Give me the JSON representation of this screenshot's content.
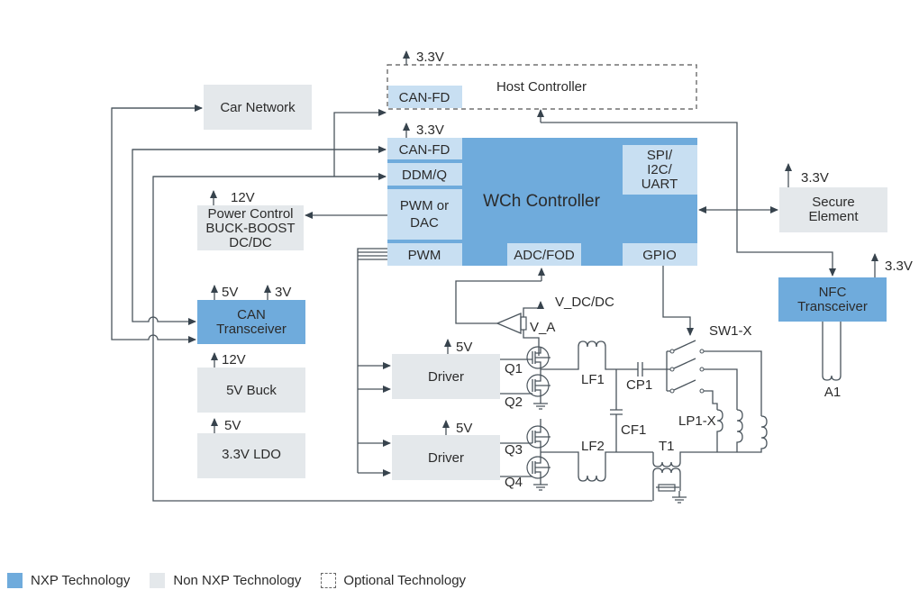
{
  "blocks": {
    "host_controller": "Host Controller",
    "host_canfd": "CAN-FD",
    "host_supply": "3.3V",
    "car_network": "Car Network",
    "wch_controller": "WCh Controller",
    "wch_supply": "3.3V",
    "wch_canfd": "CAN-FD",
    "wch_ddmq": "DDM/Q",
    "wch_pwm_dac_1": "PWM or",
    "wch_pwm_dac_2": "DAC",
    "wch_pwm": "PWM",
    "wch_adc": "ADC/FOD",
    "wch_gpio": "GPIO",
    "wch_spi_1": "SPI/",
    "wch_spi_2": "I2C/",
    "wch_spi_3": "UART",
    "power_1": "Power Control",
    "power_2": "BUCK-BOOST",
    "power_3": "DC/DC",
    "power_supply": "12V",
    "can_1": "CAN",
    "can_2": "Transceiver",
    "can_supply_a": "5V",
    "can_supply_b": "3V",
    "buck": "5V Buck",
    "buck_supply": "12V",
    "ldo": "3.3V LDO",
    "ldo_supply": "5V",
    "secure_1": "Secure",
    "secure_2": "Element",
    "secure_supply": "3.3V",
    "nfc_1": "NFC",
    "nfc_2": "Transceiver",
    "nfc_supply": "3.3V",
    "antenna": "A1",
    "driver1": "Driver",
    "driver1_supply": "5V",
    "driver2": "Driver",
    "driver2_supply": "5V"
  },
  "components": {
    "q1": "Q1",
    "q2": "Q2",
    "q3": "Q3",
    "q4": "Q4",
    "lf1": "LF1",
    "lf2": "LF2",
    "cp1": "CP1",
    "cf1": "CF1",
    "t1": "T1",
    "sw1": "SW1-X",
    "lp1": "LP1-X",
    "v_dcdc": "V_DC/DC",
    "v_a": "V_A"
  },
  "legend": {
    "nxp": "NXP Technology",
    "non_nxp": "Non NXP Technology",
    "optional": "Optional Technology",
    "colors": {
      "nxp": "#6fabdc",
      "non_nxp": "#e4e8eb",
      "sub_block": "#c8dff2"
    }
  }
}
